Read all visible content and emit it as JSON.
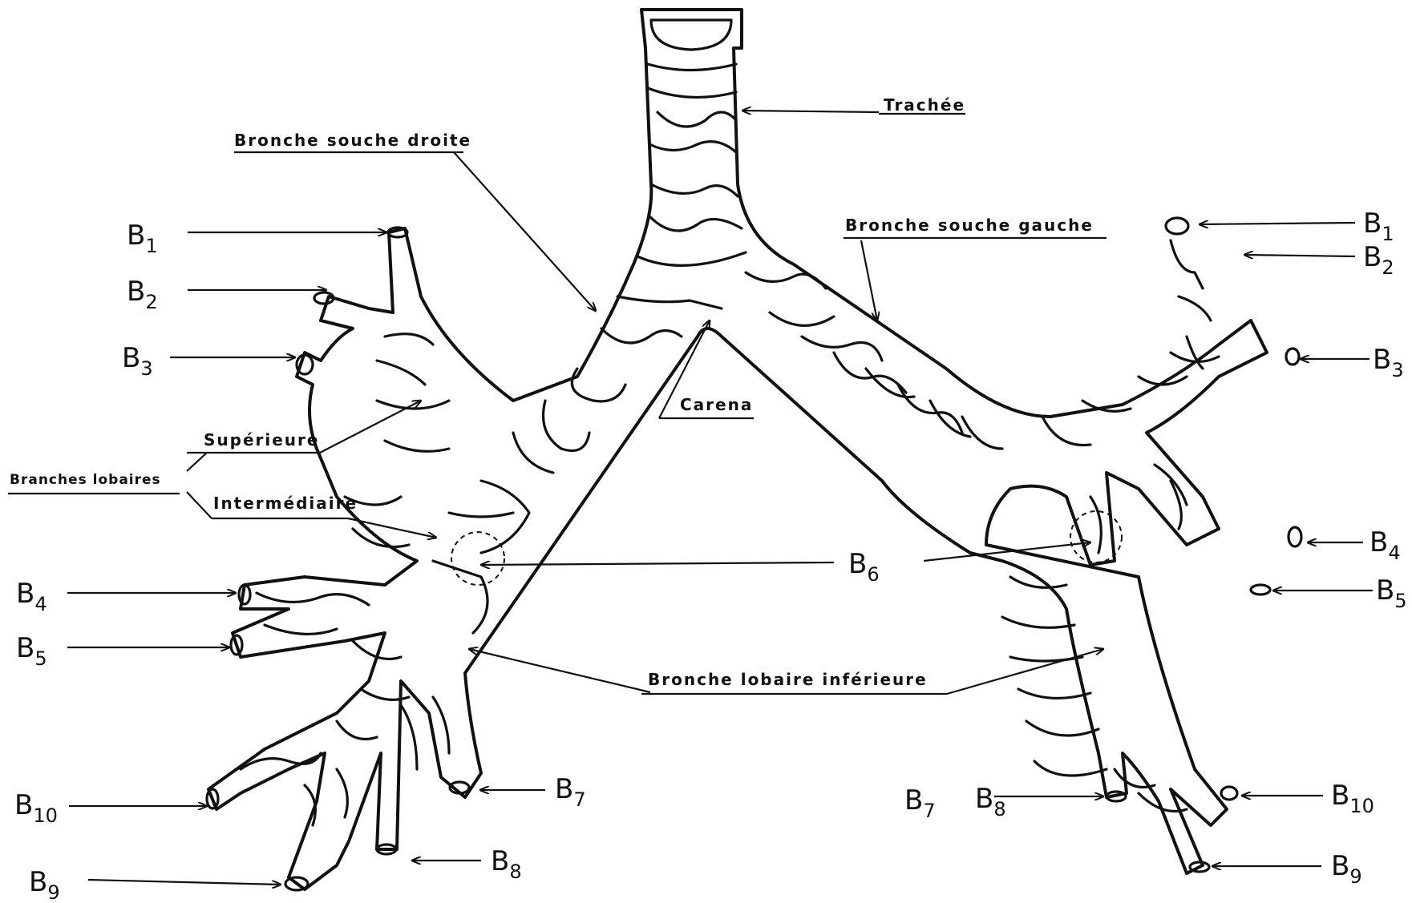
{
  "labels": {
    "trachea": "Trachée",
    "right_main_bronchus": "Bronche souche droite",
    "left_main_bronchus": "Bronche souche gauche",
    "carina": "Carena",
    "lobar_bronchi": "Branches lobaires",
    "upper": "Supérieure",
    "intermediate": "Intermédiaire",
    "lower_lobar_bronchus": "Bronche lobaire inférieure"
  },
  "segments_right": [
    {
      "letter": "B",
      "num": "1"
    },
    {
      "letter": "B",
      "num": "2"
    },
    {
      "letter": "B",
      "num": "3"
    },
    {
      "letter": "B",
      "num": "4"
    },
    {
      "letter": "B",
      "num": "5"
    },
    {
      "letter": "B",
      "num": "7"
    },
    {
      "letter": "B",
      "num": "8"
    },
    {
      "letter": "B",
      "num": "9"
    },
    {
      "letter": "B",
      "num": "10"
    }
  ],
  "segments_left": [
    {
      "letter": "B",
      "num": "1"
    },
    {
      "letter": "B",
      "num": "2"
    },
    {
      "letter": "B",
      "num": "3"
    },
    {
      "letter": "B",
      "num": "4"
    },
    {
      "letter": "B",
      "num": "5"
    },
    {
      "letter": "B",
      "num": "7"
    },
    {
      "letter": "B",
      "num": "8"
    },
    {
      "letter": "B",
      "num": "9"
    },
    {
      "letter": "B",
      "num": "10"
    }
  ],
  "segment_shared": {
    "letter": "B",
    "num": "6"
  },
  "colors": {
    "ink": "#111111",
    "paper": "#ffffff"
  }
}
